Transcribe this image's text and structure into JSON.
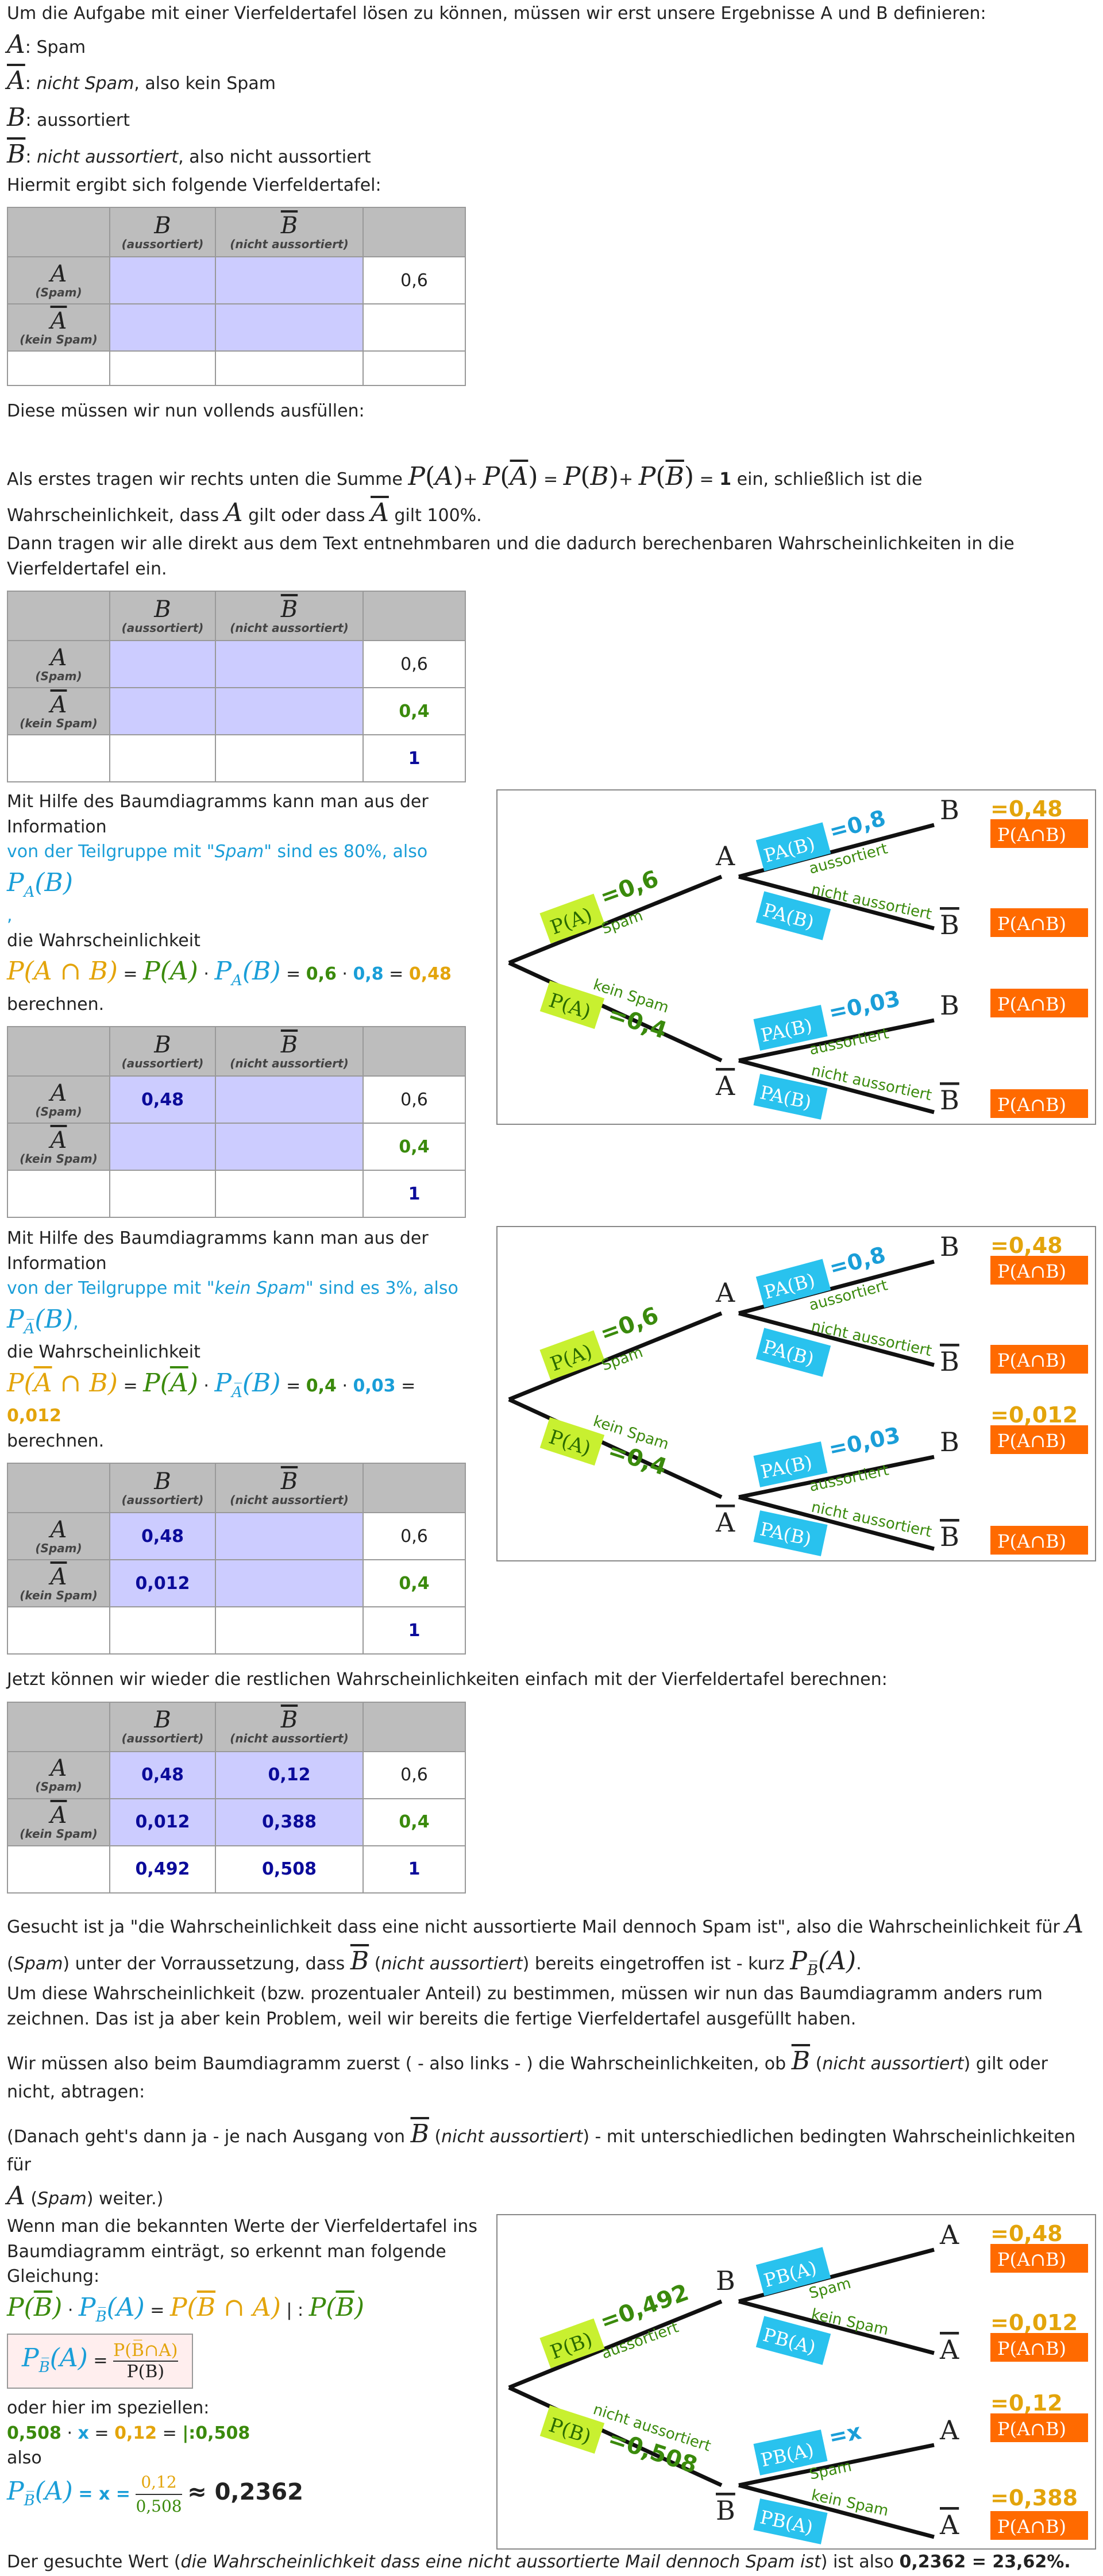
{
  "intro": "Um die Aufgabe mit einer Vierfeldertafel lösen zu können, müssen wir erst unsere Ergebnisse A und B definieren:",
  "defs": {
    "A": "Spam",
    "notA_it": "nicht Spam",
    "notA_rest": ", also kein Spam",
    "B": "aussortiert",
    "notB_it": "nicht aussortiert",
    "notB_rest": ", also nicht aussortiert"
  },
  "vf_intro": "Hiermit ergibt sich folgende Vierfeldertafel:",
  "table_headers": {
    "B": "B",
    "B_sub": "(aussortiert)",
    "notB": "B",
    "notB_sub": "(nicht aussortiert)",
    "A": "A",
    "A_sub": "(Spam)",
    "notA": "A",
    "notA_sub": "(kein Spam)"
  },
  "t1": {
    "a_total": "0,6"
  },
  "fill_text": "Diese müssen wir nun vollends ausfüllen:",
  "sum_text": {
    "pre": "Als erstes tragen wir rechts unten die Summe",
    "eq_one": "1",
    "post": "ein, schließlich ist die",
    "line2_pre": "Wahrscheinlichkeit, dass",
    "line2_mid": "gilt oder dass",
    "line2_post": "gilt 100%."
  },
  "direct_text": "Dann tragen wir alle direkt aus dem Text entnehmbaren und die dadurch berechenbaren Wahrscheinlichkeiten in die Vierfeldertafel ein.",
  "t2": {
    "a_total": "0,6",
    "nota_total": "0,4",
    "total": "1"
  },
  "step1": {
    "intro": "Mit Hilfe des Baumdiagramms kann man aus der Information",
    "info_pre": "von der Teilgruppe mit ",
    "info_it": "\"Spam\"",
    "info_post": " sind es 80%, also",
    "comma": ",",
    "prob_text": "die Wahrscheinlichkeit",
    "v1": "0,6",
    "v2": "0,8",
    "res": "0,48",
    "calc": "berechnen."
  },
  "t3": {
    "ab": "0,48",
    "a_total": "0,6",
    "nota_total": "0,4",
    "total": "1"
  },
  "step2": {
    "intro": "Mit Hilfe des Baumdiagramms kann man aus der Information",
    "info_pre": "von der Teilgruppe mit ",
    "info_it": "\"kein Spam\"",
    "info_post": " sind es 3%, also",
    "comma": ",",
    "prob_text": "die Wahrscheinlichkeit",
    "v1": "0,4",
    "v2": "0,03",
    "res": "0,012",
    "calc": "berechnen."
  },
  "t4": {
    "ab": "0,48",
    "notab": "0,012",
    "a_total": "0,6",
    "nota_total": "0,4",
    "total": "1"
  },
  "rest_text": "Jetzt können wir wieder die restlichen Wahrscheinlichkeiten einfach mit der Vierfeldertafel berechnen:",
  "t5": {
    "ab": "0,48",
    "anotb": "0,12",
    "a_total": "0,6",
    "notab": "0,012",
    "notanotb": "0,388",
    "nota_total": "0,4",
    "b_total": "0,492",
    "notb_total": "0,508",
    "total": "1"
  },
  "search": {
    "p1": "Gesucht ist ja \"die Wahrscheinlichkeit dass eine nicht aussortierte Mail dennoch Spam ist\", also die Wahrscheinlichkeit für",
    "p2_it": "Spam",
    "p2_mid": ") unter der Vorraussetzung, dass",
    "p2_it2": "nicht aussortiert",
    "p2_post": ") bereits eingetroffen ist - kurz"
  },
  "reverse_text": "Um diese Wahrscheinlichkeit (bzw. prozentualer Anteil) zu bestimmen, müssen wir nun das Baumdiagramm anders rum zeichnen. Das ist ja aber kein Problem, weil wir bereits die fertige Vierfeldertafel ausgefüllt haben.",
  "first_text": {
    "pre": "Wir müssen also beim Baumdiagramm zuerst ( - also links - ) die Wahrscheinlichkeiten, ob",
    "it": "nicht aussortiert",
    "post": ") gilt oder nicht, abtragen:"
  },
  "then_text": {
    "pre": "(Danach geht's dann ja - je nach Ausgang von",
    "it": "nicht aussortiert",
    "post": ") - mit unterschiedlichen bedingten Wahrscheinlichkeiten für",
    "it2": "Spam",
    "post2": ") weiter.)"
  },
  "final": {
    "intro": "Wenn man die bekannten Werte der Vierfeldertafel ins Baumdiagramm einträgt, so erkennt man folgende Gleichung:",
    "special": "oder hier im speziellen:",
    "v1": "0,508",
    "x": "x",
    "v2": "0,12",
    "div": "|:0,508",
    "also": "also",
    "frac_num": "0,12",
    "frac_den": "0,508",
    "approx": "≈ 0,2362",
    "result_pre": "Der gesuchte Wert (",
    "result_it": "die Wahrscheinlichkeit dass eine nicht aussortierte Mail dennoch Spam ist",
    "result_mid": ") ist also ",
    "result_val": "0,2362 = 23,62%."
  },
  "trees": {
    "tree1": {
      "pA": "=0,6",
      "pnA": "=0,4",
      "pAB": "=0,8",
      "pnAB": "=0,03",
      "top_result": "=0,48",
      "lbl_spam": "Spam",
      "lbl_kein_spam": "kein Spam",
      "lbl_aus": "aussortiert",
      "lbl_nicht_aus": "nicht aussortiert"
    },
    "tree2": {
      "pA": "=0,6",
      "pnA": "=0,4",
      "pAB": "=0,8",
      "pnAB": "=0,03",
      "top_result": "=0,48",
      "third_result": "=0,012",
      "lbl_spam": "Spam",
      "lbl_kein_spam": "kein Spam",
      "lbl_aus": "aussortiert",
      "lbl_nicht_aus": "nicht aussortiert"
    },
    "tree3": {
      "pB": "=0,492",
      "pnB": "=0,508",
      "pBA": "",
      "pnBA": "=x",
      "r1": "=0,48",
      "r2": "=0,012",
      "r3": "=0,12",
      "r4": "=0,388",
      "lbl_aus": "aussortiert",
      "lbl_nicht_aus": "nicht aussortiert",
      "lbl_spam": "Spam",
      "lbl_kein_spam": "kein Spam"
    }
  },
  "colors": {
    "accent_blue": "#1a9ed8",
    "green": "#3a8a0c",
    "orange": "#e3a40b",
    "navy": "#0b0b9a",
    "box_orange": "#ff6a00",
    "box_lime": "#c8f030",
    "box_cyan": "#29c2ee",
    "cell_lavender": "#ccccff"
  }
}
